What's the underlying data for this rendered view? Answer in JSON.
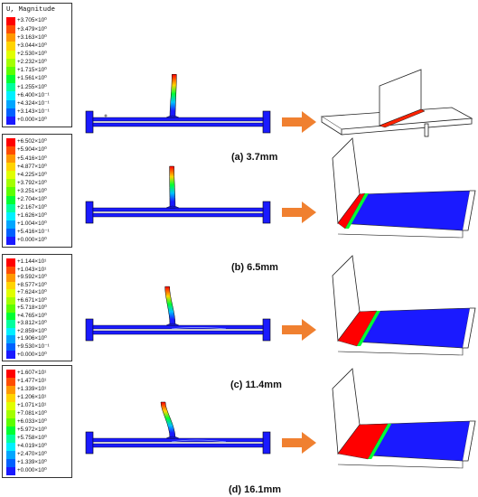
{
  "legend_title": "U, Magnitude",
  "colors": {
    "scale": [
      "#ff0000",
      "#ff4d00",
      "#ff9900",
      "#ffd400",
      "#e0ff00",
      "#a3ff00",
      "#5cff00",
      "#00ff33",
      "#00ff9e",
      "#00f0ff",
      "#00a6ff",
      "#0061ff",
      "#1a1aff"
    ],
    "structure_blue": "#1a1aff",
    "arrow": "#f08030",
    "outline": "#222222"
  },
  "panels": [
    {
      "label": "(a) 3.7mm",
      "legend_values": [
        "+3.705×10⁰",
        "+3.479×10⁰",
        "+3.163×10⁰",
        "+3.044×10⁰",
        "+2.530×10⁰",
        "+2.232×10⁰",
        "+1.715×10⁰",
        "+1.561×10⁰",
        "+1.255×10⁰",
        "+6.400×10⁻¹",
        "+4.324×10⁻¹",
        "+3.143×10⁻¹",
        "+0.000×10⁰"
      ],
      "deform_level": 0.23
    },
    {
      "label": "(b) 6.5mm",
      "legend_values": [
        "+6.502×10⁰",
        "+5.904×10⁰",
        "+5.416×10⁰",
        "+4.877×10⁰",
        "+4.225×10⁰",
        "+3.792×10⁰",
        "+3.251×10⁰",
        "+2.704×10⁰",
        "+2.167×10⁰",
        "+1.626×10⁰",
        "+1.004×10⁰",
        "+5.416×10⁻¹",
        "+0.000×10⁰"
      ],
      "deform_level": 0.4
    },
    {
      "label": "(c) 11.4mm",
      "legend_values": [
        "+1.144×10¹",
        "+1.043×10¹",
        "+9.592×10⁰",
        "+8.577×10⁰",
        "+7.624×10⁰",
        "+6.671×10⁰",
        "+5.718×10⁰",
        "+4.765×10⁰",
        "+3.812×10⁰",
        "+2.859×10⁰",
        "+1.906×10⁰",
        "+9.530×10⁻¹",
        "+0.000×10⁰"
      ],
      "deform_level": 0.71
    },
    {
      "label": "(d) 16.1mm",
      "legend_values": [
        "+1.607×10¹",
        "+1.477×10¹",
        "+1.339×10¹",
        "+1.206×10¹",
        "+1.071×10¹",
        "+7.081×10⁰",
        "+6.033×10⁰",
        "+5.972×10⁰",
        "+5.758×10⁰",
        "+4.019×10⁰",
        "+2.470×10⁰",
        "+1.339×10⁰",
        "+0.000×10⁰"
      ],
      "deform_level": 1.0
    }
  ]
}
